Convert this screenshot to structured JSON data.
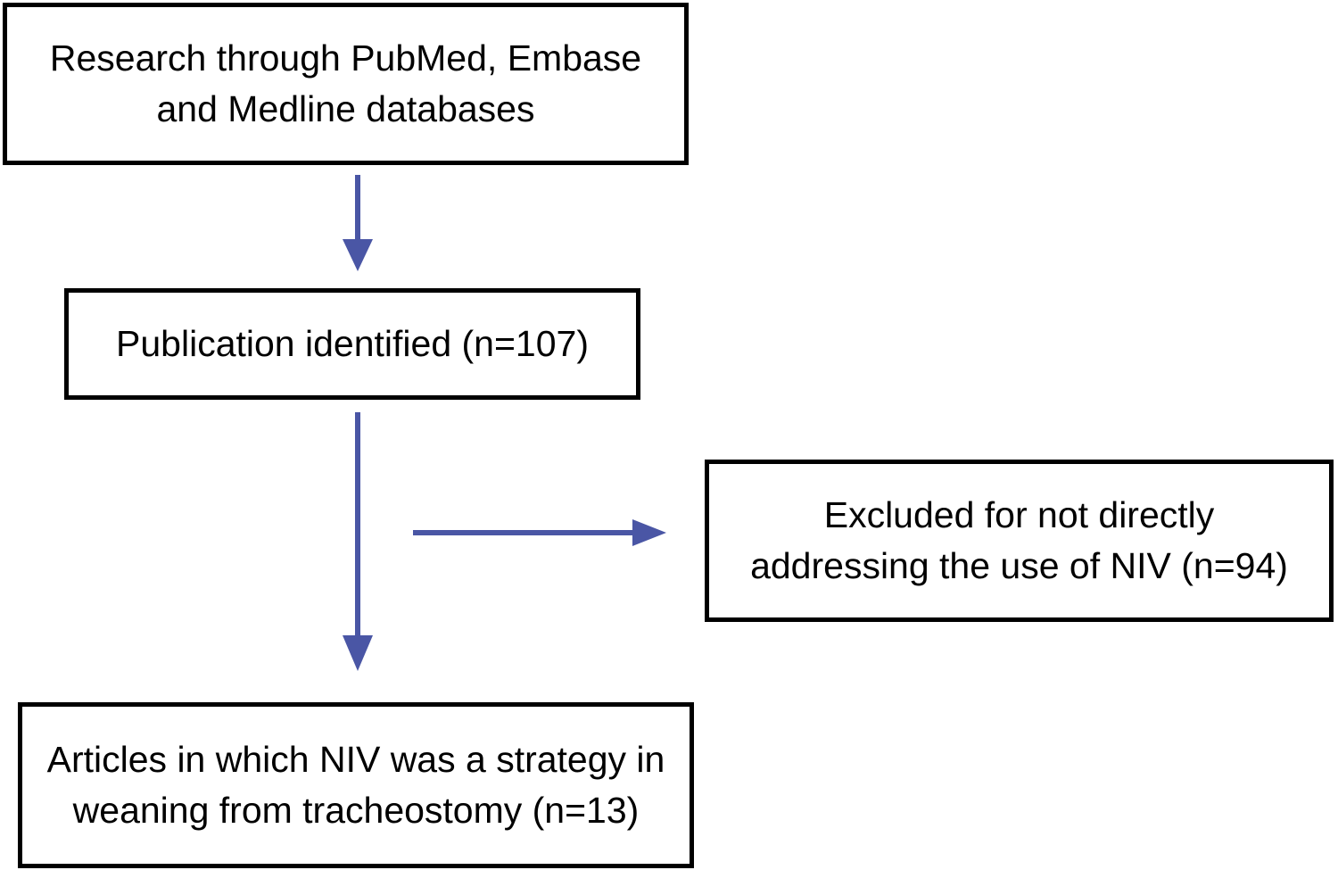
{
  "diagram": {
    "type": "flowchart",
    "boxes": {
      "source": {
        "line1": "Research through PubMed, Embase",
        "line2": "and Medline databases"
      },
      "identified": {
        "line1": "Publication identified (n=107)"
      },
      "excluded": {
        "line1": "Excluded for not directly",
        "line2": "addressing the use of NIV (n=94)"
      },
      "included": {
        "line1": "Articles in which NIV was a strategy in",
        "line2": "weaning from tracheostomy (n=13)"
      }
    },
    "counts": {
      "identified": 107,
      "excluded": 94,
      "included": 13
    },
    "arrows": [
      {
        "from": "source",
        "to": "identified",
        "direction": "down"
      },
      {
        "from": "identified",
        "to": "included",
        "direction": "down"
      },
      {
        "from": "identified",
        "to": "excluded",
        "direction": "right"
      }
    ]
  },
  "colors": {
    "arrow": "#4a56a5",
    "box_border": "#000000",
    "text": "#000000",
    "background": "#ffffff"
  }
}
